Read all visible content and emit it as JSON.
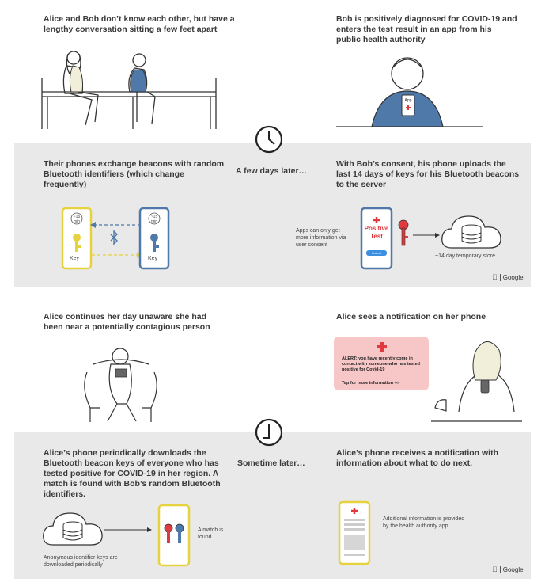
{
  "panels": {
    "top_left": "Alice and Bob don’t know each other, but have a lengthy conversation sitting a few feet apart",
    "top_right": "Bob is positively diagnosed for COVID-19 and enters the test result in an app from his public health authority",
    "band1_left": "Their phones exchange beacons with random Bluetooth identifiers (which change frequently)",
    "band1_middle": "A few days later…",
    "band1_right": "With Bob’s consent, his phone uploads the last 14 days of keys for his Bluetooth beacons to the server",
    "mid_left": "Alice continues her day unaware she had been near a potentially contagious person",
    "mid_right": "Alice sees a notification on her phone",
    "band2_left": "Alice’s phone periodically downloads the Bluetooth beacon keys of everyone who has tested positive for COVID-19 in her region. A match is found with Bob’s random Bluetooth identifiers.",
    "band2_middle": "Sometime later…",
    "band2_right": "Alice’s phone receives a notification with information about what to do next."
  },
  "labels": {
    "phone_timer": "~15 min",
    "key": "Key",
    "app": "App",
    "consent_note": "Apps can only get more information via user consent",
    "positive_test": "Positive Test",
    "submit": "Submit",
    "store_note": "~14 day temporary store",
    "alert_title": "ALERT:",
    "alert_body": "you have recently come in contact with someone who has tested positive for Covid-19",
    "alert_tap": "Tap for more information -->",
    "download_note": "Anonymous identifier keys are downloaded periodically",
    "match_note": "A match is found",
    "info_note": "Additional information is provided by the health authority app"
  },
  "brand": {
    "apple": "",
    "google": "Google"
  },
  "colors": {
    "band": "#e9e9e9",
    "yellow": "#e6d23c",
    "blue": "#4f79a8",
    "red": "#e0393e",
    "pink": "#f7c6c6"
  }
}
